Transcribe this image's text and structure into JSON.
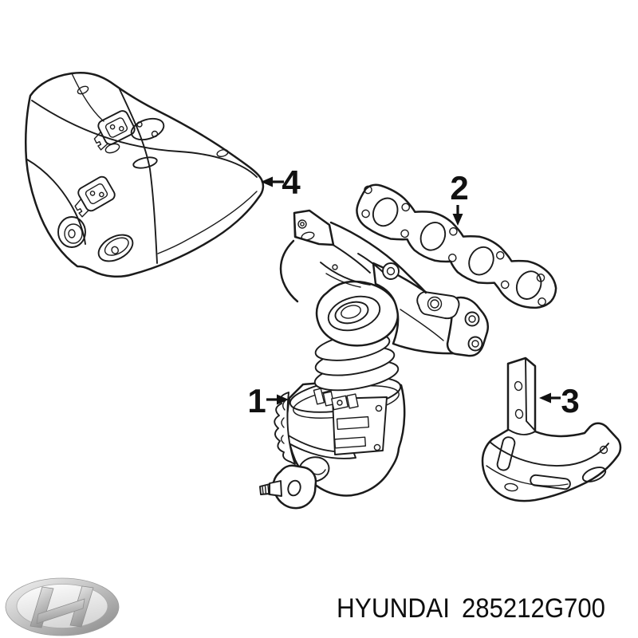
{
  "page": {
    "background": "#ffffff"
  },
  "diagram": {
    "callouts": [
      {
        "label": "1"
      },
      {
        "label": "2"
      },
      {
        "label": "3"
      },
      {
        "label": "4"
      }
    ]
  },
  "footer": {
    "brand": "HYUNDAI",
    "part_number": "285212G700"
  },
  "logo": {
    "icon": "hyundai-logo"
  },
  "colors": {
    "line": "#1b1b1b",
    "label_text": "#111111",
    "footer_text": "#0d0d0d",
    "chrome_light": "#f2f2f2",
    "chrome_mid": "#bfbfbf",
    "chrome_dark": "#8a8a8a"
  }
}
